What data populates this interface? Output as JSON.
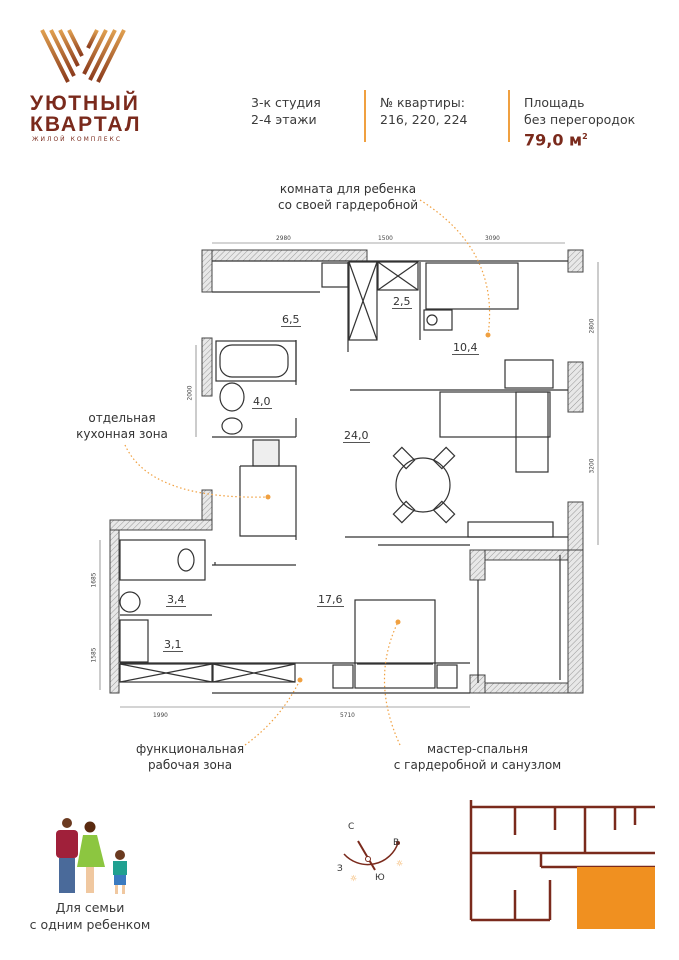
{
  "brand": {
    "name_line1": "УЮТНЫЙ",
    "name_line2": "КВАРТАЛ",
    "subtitle": "ЖИЛОЙ КОМПЛЕКС",
    "color": "#7a2a1c",
    "accent": "#f0a040"
  },
  "header": {
    "type_line1": "3-к студия",
    "type_line2": "2-4 этажи",
    "apartments_label": "№ квартиры:",
    "apartments_value": "216, 220, 224",
    "area_label_line1": "Площадь",
    "area_label_line2": "без перегородок",
    "area_value": "79,0 м",
    "area_unit_sup": "2"
  },
  "annotations": {
    "child_room_line1": "комната для ребенка",
    "child_room_line2": "со своей гардеробной",
    "kitchen_line1": "отдельная",
    "kitchen_line2": "кухонная зона",
    "work_line1": "функциональная",
    "work_line2": "рабочая зона",
    "master_line1": "мастер-спальня",
    "master_line2": "с гардеробной и санузлом"
  },
  "dimensions": {
    "top_left": "2980",
    "top_mid": "1500",
    "top_right": "3090",
    "right_upper": "2800",
    "right_lower": "3200",
    "left_bath": "2000",
    "left_upper": "1685",
    "left_lower": "1585",
    "bottom_left": "1990",
    "bottom_right": "5710"
  },
  "rooms": {
    "hall": "6,5",
    "wardrobe_child": "2,5",
    "child_room": "10,4",
    "bathroom": "4,0",
    "living": "24,0",
    "master_bath": "3,4",
    "master_wardrobe": "3,1",
    "master_bedroom": "17,6"
  },
  "compass": {
    "north": "С",
    "east": "В",
    "south": "Ю",
    "west": "З"
  },
  "family": {
    "line1": "Для семьи",
    "line2": "с одним ребенком"
  },
  "keyplan": {
    "highlight_color": "#f09020"
  }
}
